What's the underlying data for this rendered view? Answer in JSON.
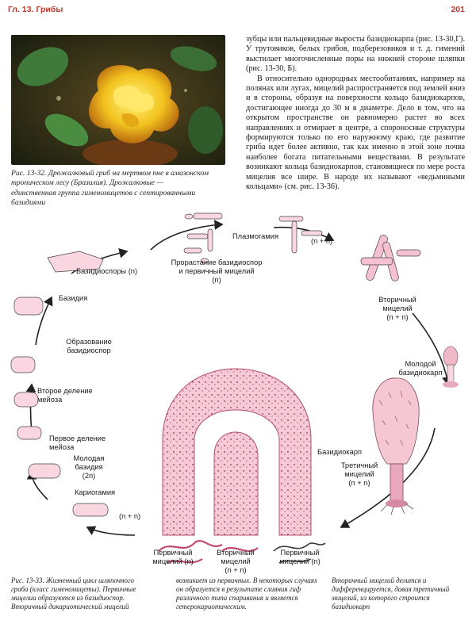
{
  "header": {
    "chapter": "Гл. 13. Грибы",
    "page_number": "201"
  },
  "figure_top": {
    "caption": "Рис. 13-32. Дрожалковый гриб на мертвом пне в амазонском тропическом лесу (Бразилия). Дрожалковые — единственная группа гименомицетов с септированными базидиями"
  },
  "body": {
    "para1": "зубцы или пальцевидные выросты базидиокарпа (рис. 13-30,Г). У трутовиков, белых грибов, подберезовиков и т. д. гимений выстилает многочисленные поры на нижней стороне шляпки (рис. 13-30, Б).",
    "para2": "В относительно однородных местообитаниях, например на полянах или лугах, мицелий распространяется под землей вниз и в стороны, образуя на поверхности кольцо базидиокарпов, достигающее иногда до 30 м в диаметре. Дело в том, что на открытом пространстве он равномерно растет во всех направлениях и отмирает в центре, а спороносные структуры формируются только по его наружному краю, где развитие гриба идет более активно, так как именно в этой зоне почва наиболее богата питательными веществами. В результате возникают кольца базидиокарпов, становящиеся по мере роста мицелия все шире. В народе их называют «ведьмиными кольцами» (см. рис. 13-36)."
  },
  "diagram": {
    "labels": {
      "plasmogamy": "Плазмогамия",
      "n_plus_n_top": "(n + n)",
      "germination": "Прорастание базидиоспор\nи первичный мицелий\n(n)",
      "basidiospores": "Базидиоспоры (n)",
      "basidium": "Базидия",
      "spore_formation": "Образование\nбазидиоспор",
      "second_division": "Второе деление\nмейоза",
      "first_division": "Первое деление\nмейоза",
      "young_basidium": "Молодая\nбазидия\n(2n)",
      "karyogamy": "Кариогамия",
      "n_plus_n_left": "(n + n)",
      "secondary_mycelium_right": "Вторичный\nмицелий\n(n + n)",
      "young_basidiocarp": "Молодой\nбазидиокарп",
      "basidiocarp": "Базидиокарп",
      "tertiary_mycelium": "Третичный\nмицелий\n(n + n)",
      "primary_mycelium_1": "Первичный\nмицелий (n)",
      "secondary_mycelium_bottom": "Вторичный\nмицелий\n(n + n)",
      "primary_mycelium_2": "Первичный\nмицелий (n)"
    }
  },
  "figure_bottom": {
    "caption_col1": "Рис. 13-33. Жизненный цикл шляпочного гриба (класс гименомицеты). Первичные мицелии образуются из базидиоспор. Вторичный дикариотический мицелий",
    "caption_col2": "возникает из первичных. В некоторых случаях он образуется в результате слияния гиф различного типа спаривания и является гетерокариотическим.",
    "caption_col3": "Вторичный мицелий делится и дифференцируется, давая третичный мицелий, из которого строится базидиокарп"
  }
}
